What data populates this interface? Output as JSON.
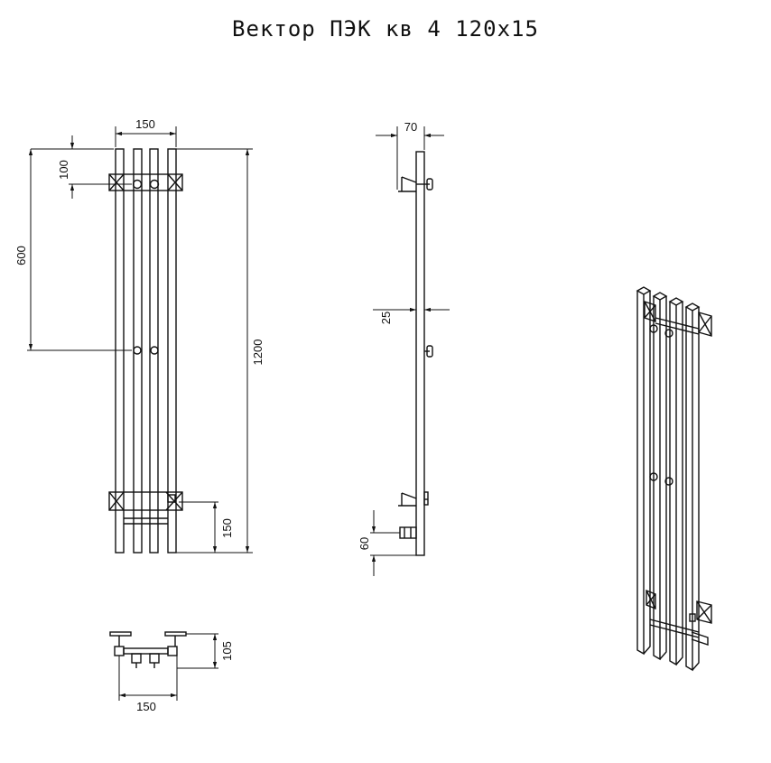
{
  "title": "Вектор ПЭК кв 4 120x15",
  "colors": {
    "line": "#111111",
    "background": "#ffffff"
  },
  "front_view": {
    "dimensions": {
      "width": "150",
      "top_offset": "100",
      "mount_spacing": "600",
      "height": "1200",
      "bottom_offset": "150"
    }
  },
  "side_view": {
    "dimensions": {
      "depth": "70",
      "tube": "25",
      "bottom": "60"
    }
  },
  "top_view": {
    "dimensions": {
      "width": "150",
      "depth": "105"
    }
  },
  "iso_view": {}
}
